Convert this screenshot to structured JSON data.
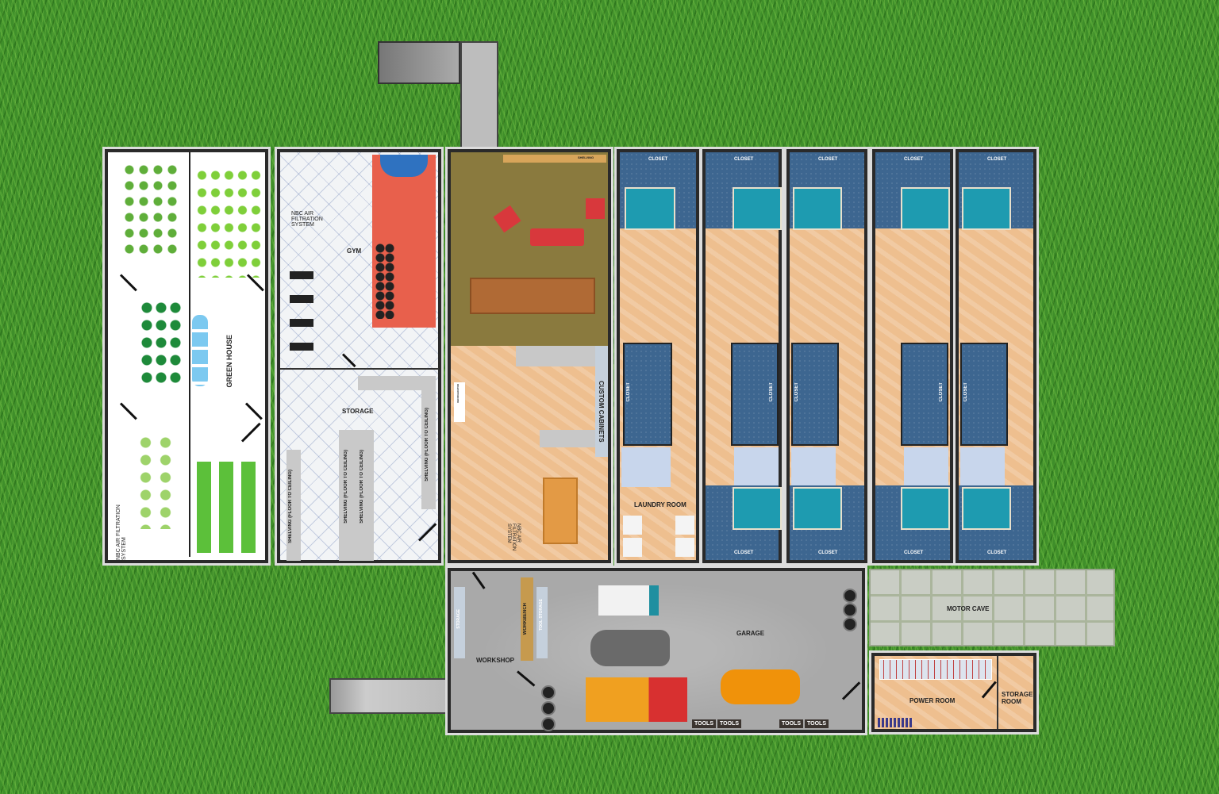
{
  "rooms": {
    "green_house": "GREEN HOUSE",
    "nbc_air": "NBC AIR FILTRATION SYSTEM",
    "gym": "GYM",
    "storage": "STORAGE",
    "shelving_floor_ceiling": "SHELVING (FLOOR TO CEILING)",
    "shelving": "SHELVING",
    "refrigerator": "REFRIGERATOR",
    "custom_cabinets": "CUSTOM CABINETS",
    "closet": "CLOSET",
    "laundry_room": "LAUNDRY ROOM",
    "garage": "GARAGE",
    "workshop": "WORKSHOP",
    "workbench": "WORKBENCH",
    "tool_storage": "TOOL STORAGE",
    "tools": "TOOLS",
    "motor_cave": "MOTOR CAVE",
    "power_room": "POWER ROOM",
    "storage_room": "STORAGE ROOM"
  },
  "colors": {
    "grass": "#3f8f2a",
    "bedroom": "#3d6690",
    "wood_floor": "#eebf8f",
    "gym_mat": "#e8604c",
    "living": "#8a7a3e",
    "garage": "#a9a9a9"
  }
}
